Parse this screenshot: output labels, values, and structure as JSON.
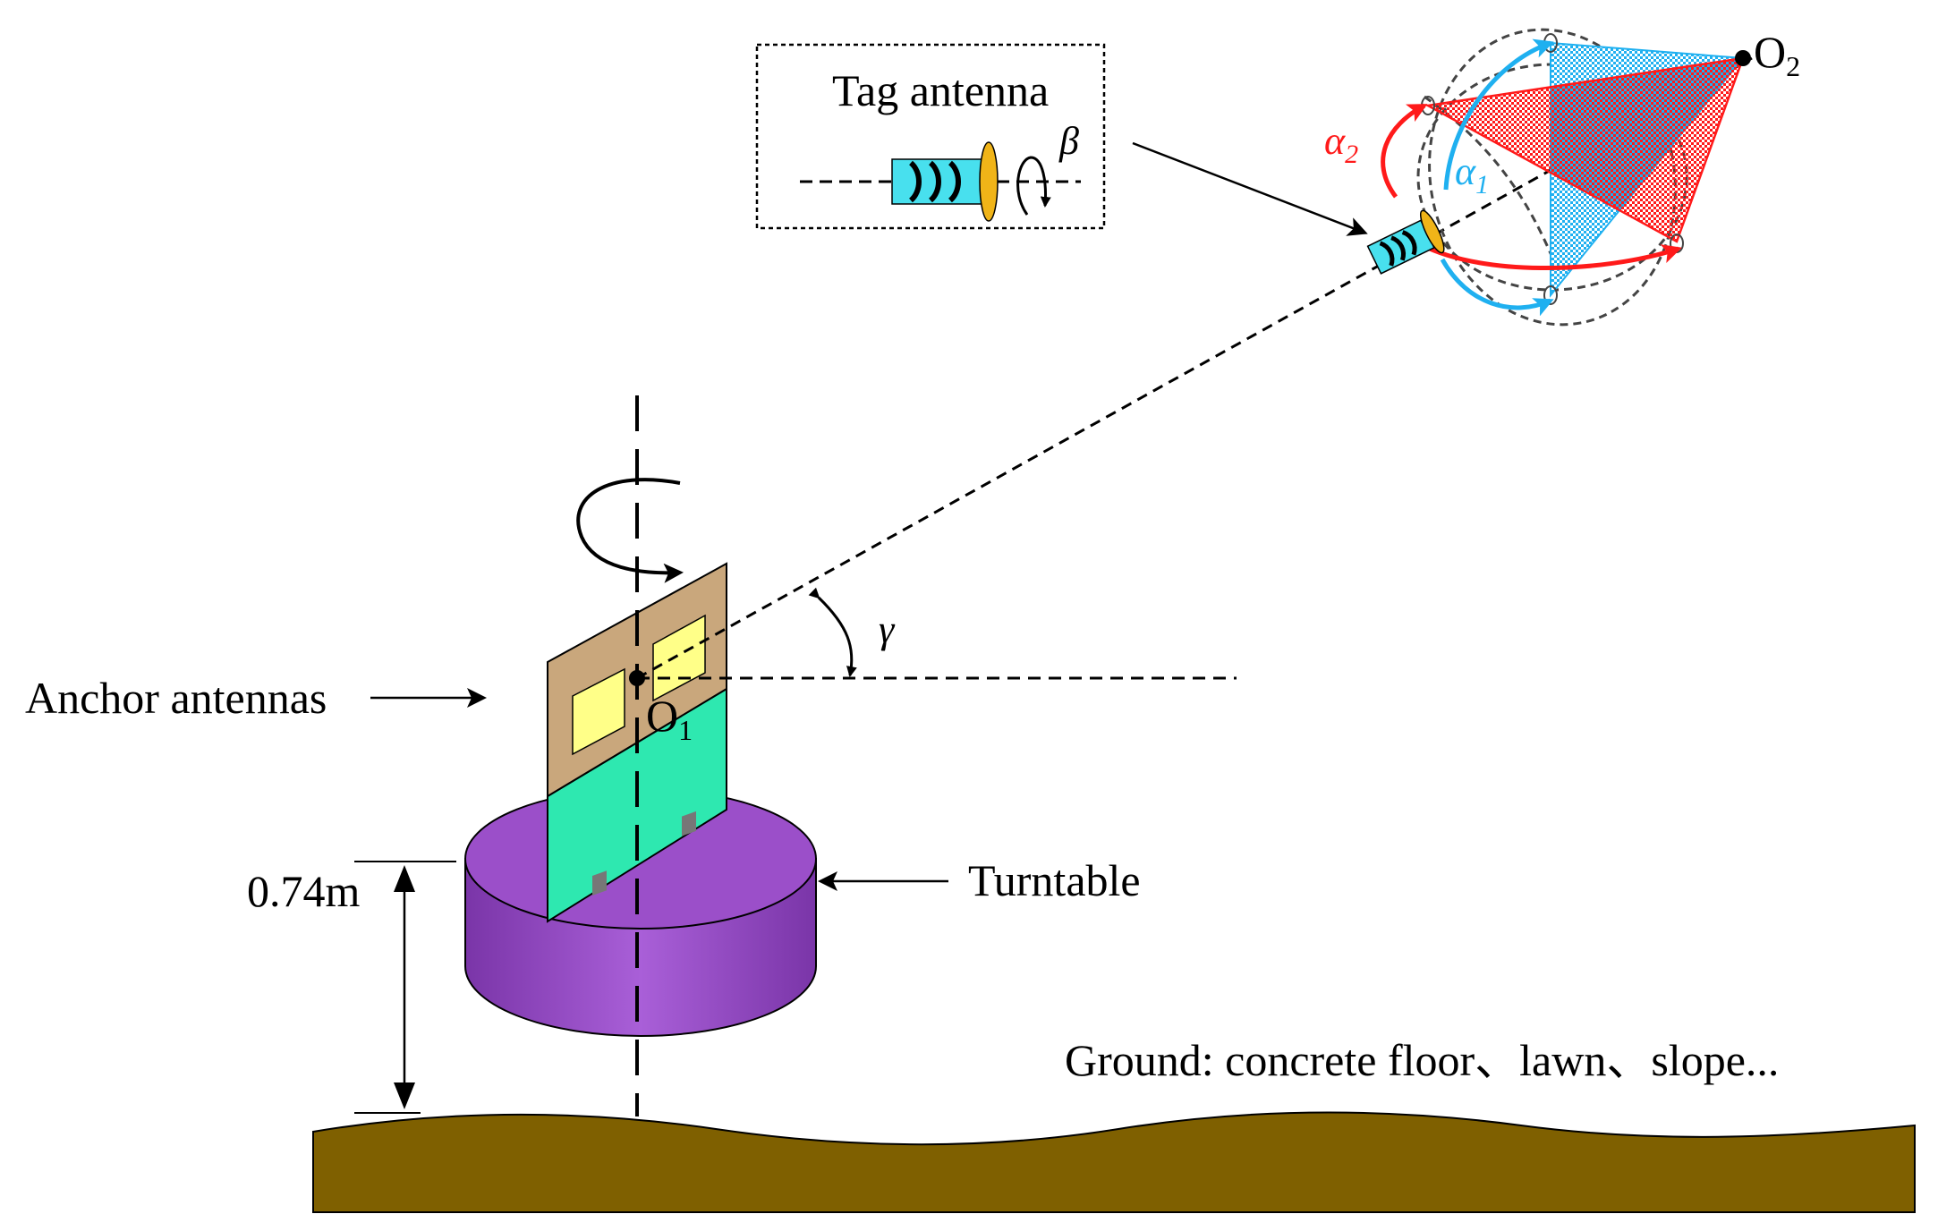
{
  "labels": {
    "tag_antenna": "Tag antenna",
    "anchor_antennas": "Anchor antennas",
    "turntable": "Turntable",
    "height": "0.74m",
    "ground": "Ground: concrete floor、lawn、slope...",
    "o1_main": "O",
    "o1_sub": "1",
    "o2_main": "O",
    "o2_sub": "2",
    "beta": "β",
    "gamma": "γ",
    "alpha1_main": "α",
    "alpha1_sub": "1",
    "alpha2_main": "α",
    "alpha2_sub": "2"
  },
  "colors": {
    "alpha1": "#1fb0f0",
    "alpha2": "#ff1a1a",
    "ground": "#7f6000",
    "turntable": "#9b4fc9",
    "anchor_upper_panel": "#c9a77c",
    "anchor_lower_panel": "#2ee8b0",
    "patch": "#ffff88",
    "tag_body": "#48e0ee",
    "tag_disc": "#f0b418"
  }
}
